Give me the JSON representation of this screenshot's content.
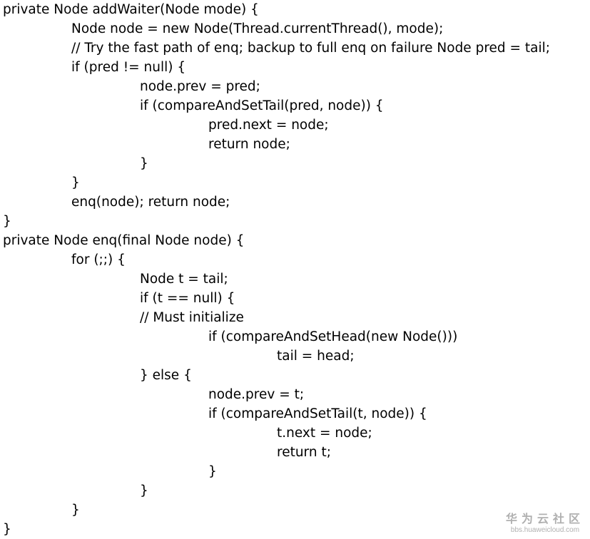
{
  "code_lines": [
    {
      "indent": 0,
      "text": "private Node addWaiter(Node mode) {"
    },
    {
      "indent": 1,
      "text": "Node node = new Node(Thread.currentThread(), mode);"
    },
    {
      "indent": 1,
      "text": "// Try the fast path of enq; backup to full enq on failure Node pred = tail;"
    },
    {
      "indent": 1,
      "text": "if (pred != null) {"
    },
    {
      "indent": 2,
      "text": "node.prev = pred;"
    },
    {
      "indent": 2,
      "text": "if (compareAndSetTail(pred, node)) {"
    },
    {
      "indent": 3,
      "text": "pred.next = node;"
    },
    {
      "indent": 3,
      "text": "return node;"
    },
    {
      "indent": 2,
      "text": "}"
    },
    {
      "indent": 1,
      "text": "}"
    },
    {
      "indent": 1,
      "text": "enq(node); return node;"
    },
    {
      "indent": 0,
      "text": "}"
    },
    {
      "indent": 0,
      "text": "private Node enq(final Node node) {"
    },
    {
      "indent": 1,
      "text": "for (;;) {"
    },
    {
      "indent": 2,
      "text": "Node t = tail;"
    },
    {
      "indent": 2,
      "text": "if (t == null) {"
    },
    {
      "indent": 2,
      "text": "// Must initialize"
    },
    {
      "indent": 3,
      "text": "if (compareAndSetHead(new Node()))"
    },
    {
      "indent": 4,
      "text": "tail = head;"
    },
    {
      "indent": 2,
      "text": "} else {"
    },
    {
      "indent": 3,
      "text": "node.prev = t;"
    },
    {
      "indent": 3,
      "text": "if (compareAndSetTail(t, node)) {"
    },
    {
      "indent": 4,
      "text": "t.next = node;"
    },
    {
      "indent": 4,
      "text": "return t;"
    },
    {
      "indent": 3,
      "text": "}"
    },
    {
      "indent": 2,
      "text": "}"
    },
    {
      "indent": 1,
      "text": "}"
    },
    {
      "indent": 0,
      "text": "}"
    }
  ],
  "watermark": {
    "title": "华为云社区",
    "url": "bbs.huaweicloud.com"
  }
}
